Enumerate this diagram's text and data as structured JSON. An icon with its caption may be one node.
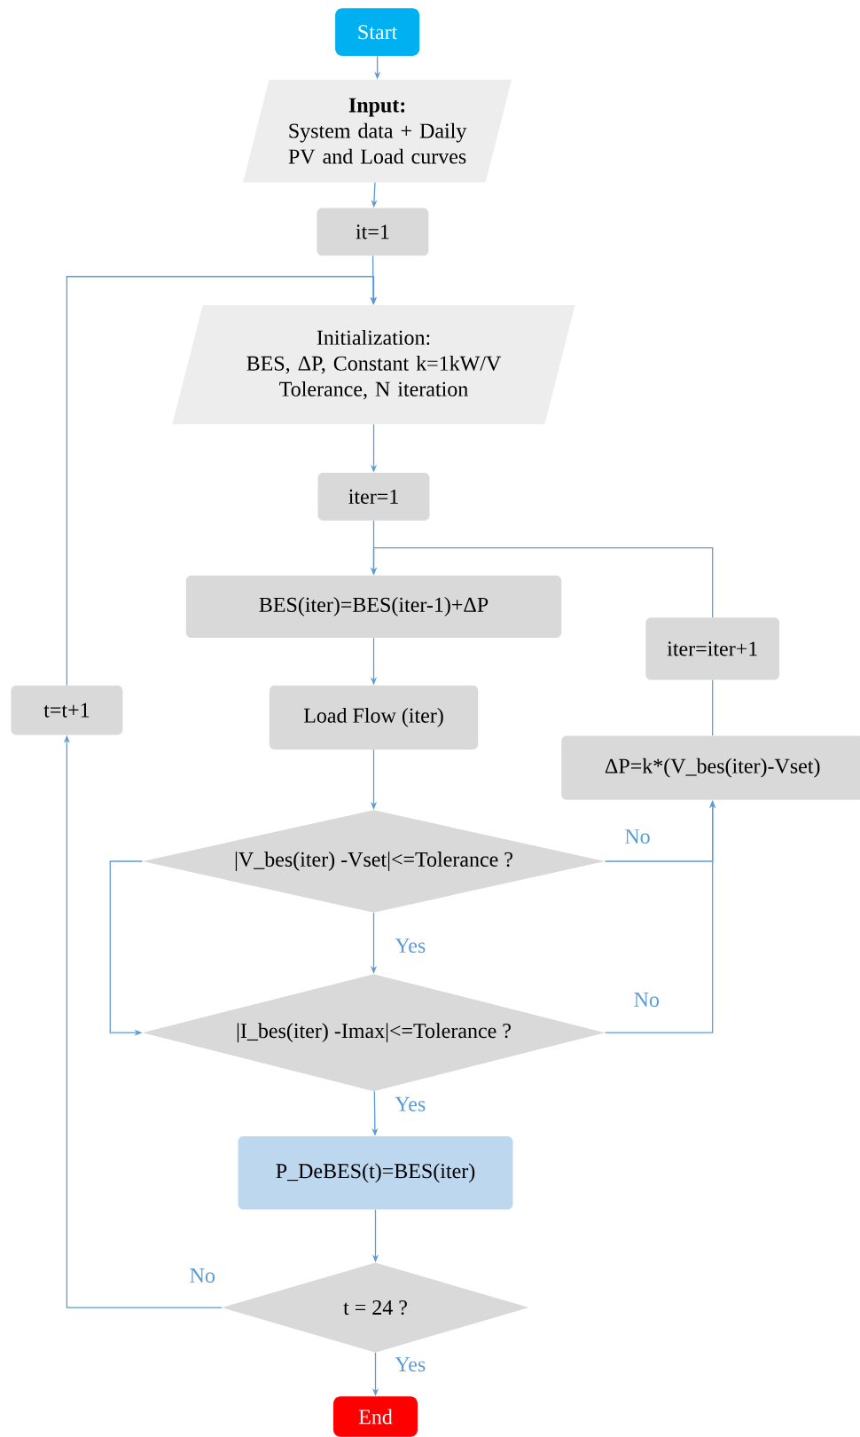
{
  "diagram": {
    "nodes": [
      {
        "text": [
          "Start"
        ]
      },
      {
        "text": [
          "Input:",
          "System data + Daily PV and Load curves"
        ]
      },
      {
        "text": [
          "it=1"
        ]
      },
      {
        "text": [
          "Initialization:",
          "BES, ΔP, Constant k=1kW/V Tolerance, N iteration"
        ]
      },
      {
        "text": [
          "iter=1"
        ]
      },
      {
        "text": [
          "BES(iter)=BES(iter-1)+ΔP"
        ]
      },
      {
        "text": [
          "Load Flow (iter)"
        ]
      },
      {
        "text": [
          "|V_bes(iter) -Vset|<=Tolerance ?"
        ]
      },
      {
        "text": [
          "|I_bes(iter) -Imax|<=Tolerance ?"
        ]
      },
      {
        "text": [
          "P_DeBES(t)=BES(iter)"
        ]
      },
      {
        "text": [
          "t = 24 ?"
        ]
      },
      {
        "text": [
          "End"
        ]
      },
      {
        "text": [
          "t=t+1"
        ]
      },
      {
        "text": [
          "ΔP=k*(V_bes(iter)-Vset)"
        ]
      },
      {
        "text": [
          "iter=iter+1"
        ]
      }
    ],
    "edges": [
      {
        "from": 0,
        "to": 1,
        "arrow": "to"
      },
      {
        "from": 1,
        "to": 2,
        "arrow": "to"
      },
      {
        "from": 2,
        "to": 3,
        "arrow": "to"
      },
      {
        "from": 3,
        "to": 4,
        "arrow": "to"
      },
      {
        "from": 4,
        "to": 5,
        "arrow": "to"
      },
      {
        "from": 5,
        "to": 6,
        "arrow": "to"
      },
      {
        "from": 6,
        "to": 7,
        "arrow": "to"
      },
      {
        "from": 7,
        "to": 8,
        "arrow": "to",
        "label": "Yes"
      },
      {
        "from": 8,
        "to": 9,
        "arrow": "to",
        "label": "Yes"
      },
      {
        "from": 9,
        "to": 10,
        "arrow": "to"
      },
      {
        "from": 10,
        "to": 11,
        "arrow": "to",
        "label": "Yes"
      },
      {
        "from": 10,
        "to": 12,
        "arrow": "to",
        "label": "No"
      },
      {
        "from": 12,
        "to": 3,
        "arrow": "to"
      },
      {
        "from": 7,
        "to": 8,
        "arrow": "to"
      },
      {
        "from": 7,
        "to": 13,
        "arrow": "to",
        "label": "No"
      },
      {
        "from": 8,
        "to": 13,
        "arrow": "to",
        "label": "No"
      },
      {
        "from": 13,
        "to": 14,
        "arrow": "none"
      },
      {
        "from": 14,
        "to": 5,
        "arrow": "to"
      }
    ]
  }
}
